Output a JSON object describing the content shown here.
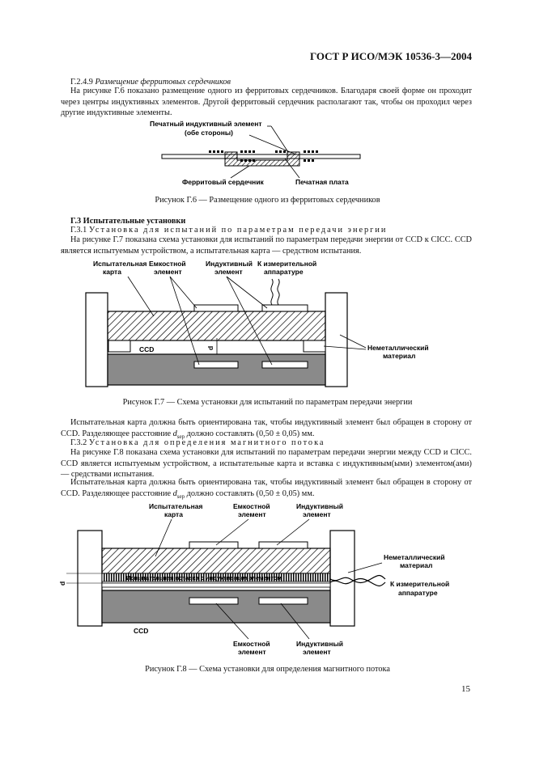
{
  "header": {
    "title": "ГОСТ Р ИСО/МЭК 10536-3—2004"
  },
  "g249": {
    "number": "Г.2.4.9",
    "title": "Размещение ферритовых сердечников",
    "text": "На рисунке Г.6 показано размещение одного из ферритовых сердечников. Благодаря своей форме он проходит через центры индуктивных элементов. Другой ферритовый сердечник располагают так, чтобы он проходил через другие индуктивные элементы."
  },
  "fig6": {
    "label_top_1": "Печатный индуктивный элемент",
    "label_top_2": "(обе стороны)",
    "label_ferrite": "Ферритовый сердечник",
    "label_board": "Печатная плата",
    "caption": "Рисунок Г.6 — Размещение одного из ферритовых сердечников"
  },
  "g3": {
    "title": "Г.3  Испытательные установки",
    "g31_number": "Г.3.1",
    "g31_title": "Установка для испытаний по параметрам передачи энергии",
    "g31_text": "На рисунке Г.7 показана схема установки для испытаний по параметрам передачи энергии от CCD к CICC. CCD является испытуемым устройством, а испытательная карта — средством испытания."
  },
  "fig7": {
    "label_card_1": "Испытательная",
    "label_card_2": "карта",
    "label_cap_1": "Емкостной",
    "label_cap_2": "элемент",
    "label_ind_1": "Индуктивный",
    "label_ind_2": "элемент",
    "label_meas_1": "К измерительной",
    "label_meas_2": "аппаратуре",
    "label_nonmetal_1": "Неметаллический",
    "label_nonmetal_2": "материал",
    "label_ccd": "CCD",
    "label_dsep": "d",
    "label_dsep_sub": "sep",
    "caption": "Рисунок Г.7 — Схема установки для испытаний по параметрам передачи энергии"
  },
  "after7": {
    "text1_a": "Испытательная карта должна быть ориентирована так, чтобы индуктивный элемент был обращен в сторону от CCD. Разделяющее расстояние ",
    "dsep": "d",
    "dsep_sub": "sep",
    "text1_b": " должно составлять (0,50 ± 0,05) мм.",
    "g32_number": "Г.3.2",
    "g32_title": "Установка для определения магнитного потока",
    "g32_text": "На рисунке Г.8 показана схема установки для испытаний по параметрам передачи энергии между CCD и CICC. CCD является испытуемым устройством, а испытательные карта и вставка с индуктивным(ыми) элементом(ами) — средствами испытания.",
    "text2_a": "Испытательная карта должна быть ориентирована так, чтобы индуктивный элемент был обращен в сторону от CCD. Разделяющее расстояние ",
    "text2_b": " должно составлять (0,50 ± 0,05) мм."
  },
  "fig8": {
    "label_card_1": "Испытательная",
    "label_card_2": "карта",
    "label_cap_1": "Емкостной",
    "label_cap_2": "элемент",
    "label_ind_1": "Индуктивный",
    "label_ind_2": "элемент",
    "label_nonmetal_1": "Неметаллический",
    "label_nonmetal_2": "материал",
    "label_meas_1": "К измерительной",
    "label_meas_2": "аппаратуре",
    "label_insert": "Испытательная вставка с индуктивным элементом",
    "label_ccd": "CCD",
    "label_cap_b1": "Емкостной",
    "label_cap_b2": "элемент",
    "label_ind_b1": "Индуктивный",
    "label_ind_b2": "элемент",
    "label_dsep": "d",
    "label_dsep_sub": "sep",
    "caption": "Рисунок Г.8 — Схема установки для определения магнитного потока"
  },
  "footer": {
    "page": "15"
  }
}
